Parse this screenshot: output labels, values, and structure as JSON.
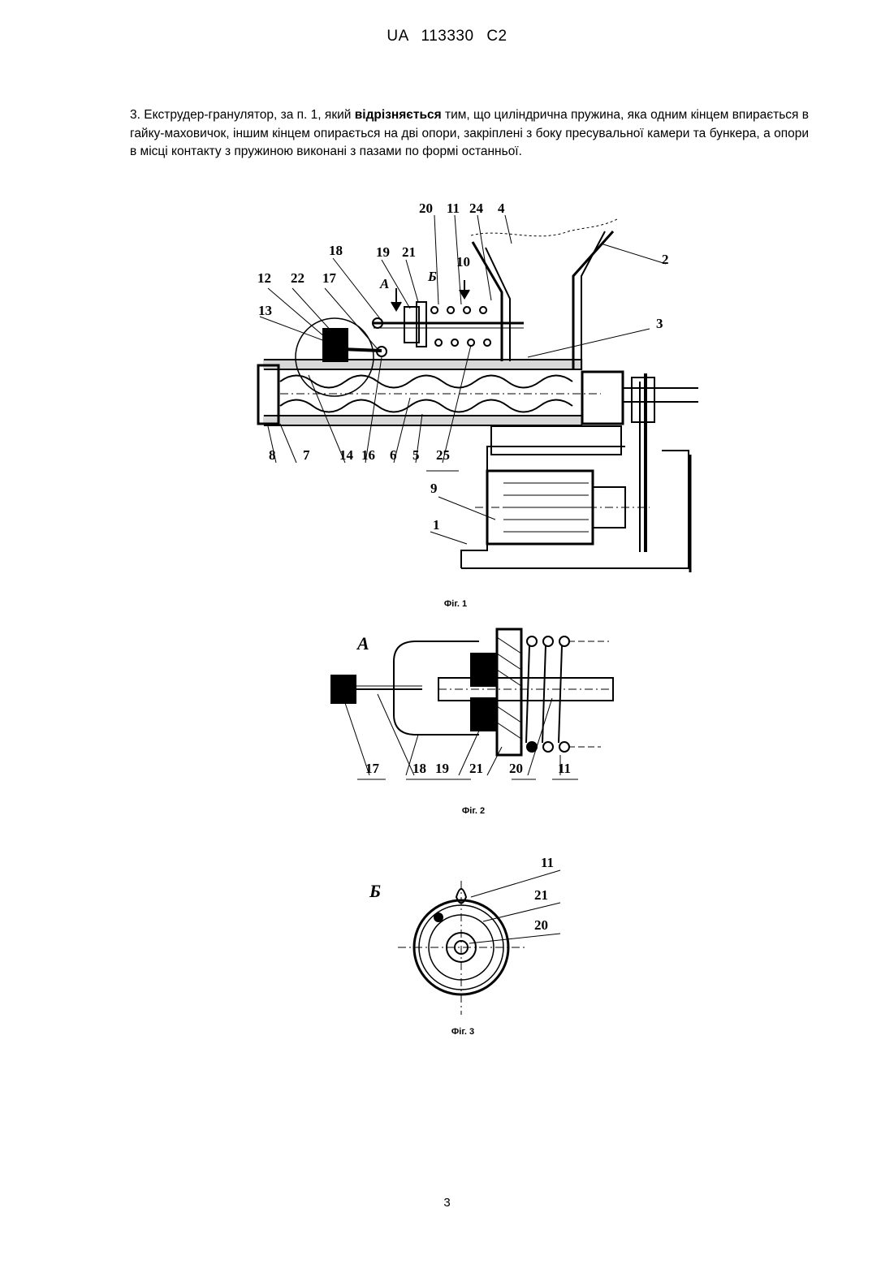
{
  "header": {
    "country": "UA",
    "number": "113330",
    "kind": "C2"
  },
  "claim": {
    "before": "3. Екструдер-гранулятор, за п. 1, який ",
    "bold": "відрізняється",
    "after": " тим, що циліндрична пружина, яка одним кінцем впирається в гайку-маховичок, іншим кінцем опирається на дві опори, закріплені з боку пресувальної камери та бункера, а опори в місці контакту з пружиною виконані з пазами по формі останньої."
  },
  "figures": [
    {
      "caption": "Фіг. 1",
      "labels": [
        "20",
        "11",
        "24",
        "4",
        "2",
        "18",
        "19",
        "21",
        "Б",
        "10",
        "12",
        "22",
        "17",
        "А",
        "13",
        "3",
        "8",
        "7",
        "14",
        "16",
        "6",
        "5",
        "25",
        "9",
        "1"
      ]
    },
    {
      "caption": "Фіг. 2",
      "view_label": "А",
      "labels": [
        "17",
        "18",
        "19",
        "21",
        "20",
        "11"
      ]
    },
    {
      "caption": "Фіг. 3",
      "view_label": "Б",
      "labels": [
        "11",
        "21",
        "20"
      ]
    }
  ],
  "page_number": "3"
}
